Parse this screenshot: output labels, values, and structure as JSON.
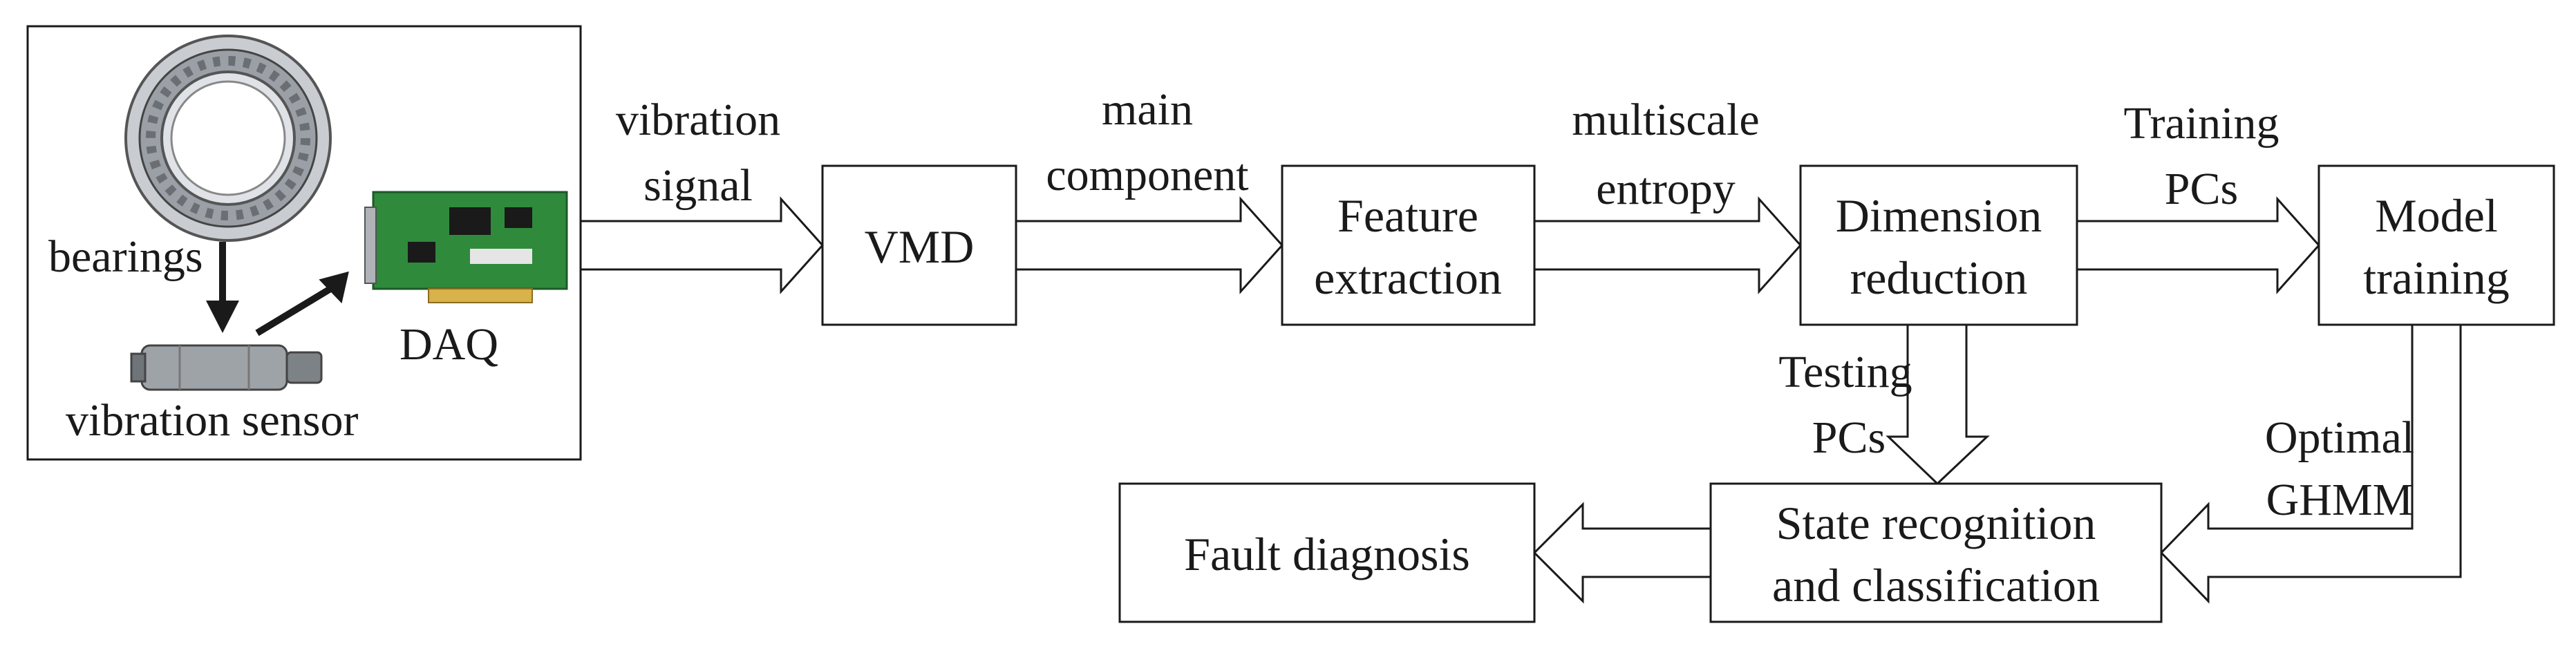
{
  "input_panel": {
    "bearings_label": "bearings",
    "sensor_label": "vibration sensor",
    "daq_label": "DAQ",
    "bearing_icon": "bearing-icon",
    "sensor_icon": "vibration-sensor-icon",
    "daq_icon": "daq-board-icon"
  },
  "boxes": {
    "vmd": "VMD",
    "feature": [
      "Feature",
      "extraction"
    ],
    "dimension": [
      "Dimension",
      "reduction"
    ],
    "model": [
      "Model",
      "training"
    ],
    "state": [
      "State recognition",
      "and classification"
    ],
    "fault": "Fault diagnosis"
  },
  "arrows": {
    "a1": [
      "vibration",
      "signal"
    ],
    "a2": [
      "main",
      "component"
    ],
    "a3": [
      "multiscale",
      "entropy"
    ],
    "a4": [
      "Training",
      "PCs"
    ],
    "a5": [
      "Testing",
      "PCs"
    ],
    "a6": [
      "Optimal",
      "GHMM"
    ]
  },
  "colors": {
    "stroke": "#1a1a1a",
    "board_green": "#2f8a3c",
    "bearing_steel": "#9aa0a6"
  }
}
